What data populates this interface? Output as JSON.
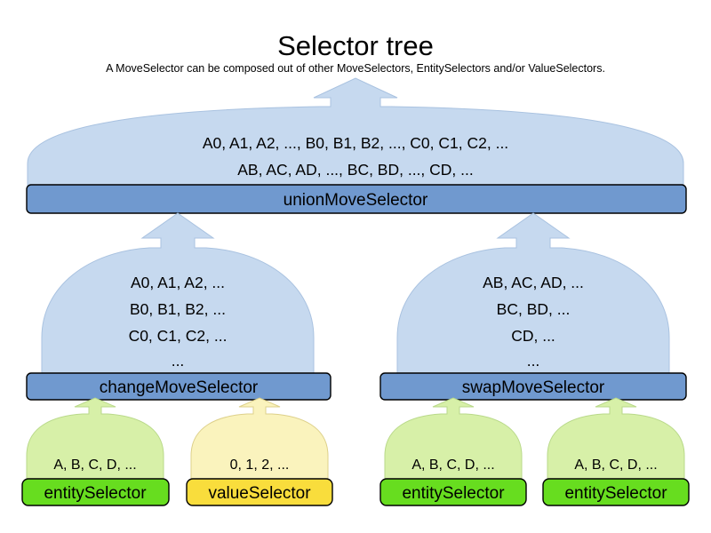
{
  "header": {
    "title": "Selector tree",
    "subtitle": "A MoveSelector can be composed out of other MoveSelectors, EntitySelectors and/or ValueSelectors."
  },
  "colors": {
    "move_dome_fill": "#c6d9ef",
    "move_bar_fill": "#7099cf",
    "move_stroke": "#000000",
    "move_arrow_fill": "#c6d9ef",
    "move_arrow_stroke": "#9fbcdd",
    "entity_dome_fill": "#d7f0a8",
    "entity_bar_fill": "#67dd1f",
    "entity_arrow_fill": "#d7f0a8",
    "entity_arrow_stroke": "#9fcc66",
    "value_dome_fill": "#faf3bd",
    "value_bar_fill": "#f9dd3c",
    "value_arrow_fill": "#faf3bd",
    "value_arrow_stroke": "#ddc966",
    "text": "#000000",
    "background": "#ffffff"
  },
  "nodes": {
    "union": {
      "label": "unionMoveSelector",
      "kind": "move-selector",
      "lines": [
        "A0, A1, A2, ..., B0, B1, B2, ..., C0, C1, C2, ...",
        "AB, AC, AD, ..., BC, BD, ..., CD, ..."
      ]
    },
    "change": {
      "label": "changeMoveSelector",
      "kind": "move-selector",
      "lines": [
        "A0, A1, A2, ...",
        "B0, B1, B2, ...",
        "C0, C1, C2, ...",
        "..."
      ]
    },
    "swap": {
      "label": "swapMoveSelector",
      "kind": "move-selector",
      "lines": [
        "AB, AC, AD, ...",
        "BC, BD, ...",
        "CD, ...",
        "..."
      ]
    },
    "leaf_entity_1": {
      "label": "entitySelector",
      "kind": "entity-selector",
      "lines": [
        "A, B, C, D, ..."
      ]
    },
    "leaf_value_1": {
      "label": "valueSelector",
      "kind": "value-selector",
      "lines": [
        "0, 1, 2, ..."
      ]
    },
    "leaf_entity_2": {
      "label": "entitySelector",
      "kind": "entity-selector",
      "lines": [
        "A, B, C, D, ..."
      ]
    },
    "leaf_entity_3": {
      "label": "entitySelector",
      "kind": "entity-selector",
      "lines": [
        "A, B, C, D, ..."
      ]
    }
  }
}
